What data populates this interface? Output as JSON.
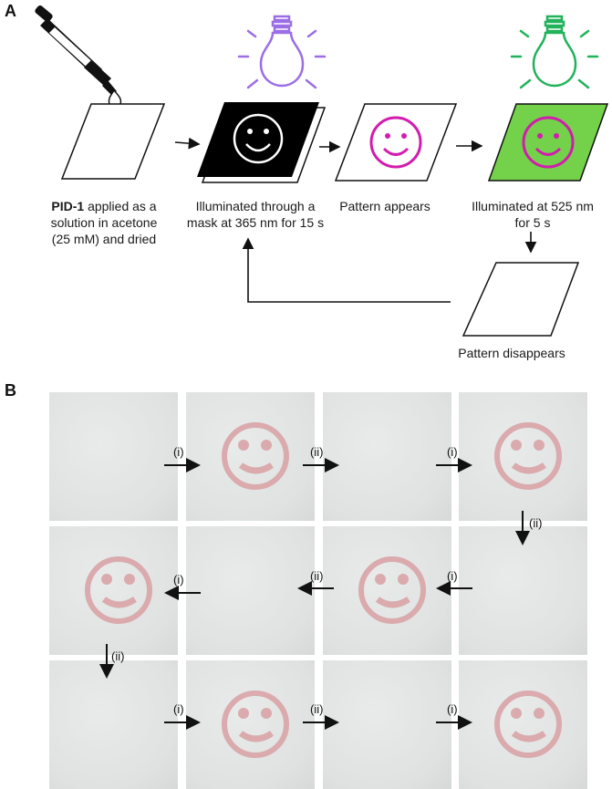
{
  "panel_a": {
    "label": "A",
    "captions": {
      "step1_bold": "PID-1",
      "step1_line1": " applied as a",
      "step1_line2": "solution in acetone",
      "step1_line3": "(25 mM) and dried",
      "step2_line1": "Illuminated through a",
      "step2_line2": "mask at 365 nm for 15 s",
      "step3": "Pattern appears",
      "step4_line1": "Illuminated at 525 nm",
      "step4_line2": "for 5 s",
      "step5": "Pattern disappears"
    },
    "colors": {
      "uv_bulb": "#9b6ee6",
      "green_bulb": "#21b35b",
      "pattern_magenta": "#d21cae",
      "green_fill": "#73d14a",
      "mask_black": "#000000"
    }
  },
  "panel_b": {
    "label": "B",
    "step_labels": {
      "i": "(i)",
      "ii": "(ii)"
    },
    "rows": [
      [
        false,
        true,
        false,
        true
      ],
      [
        true,
        false,
        true,
        false
      ],
      [
        false,
        true,
        false,
        true
      ]
    ],
    "colors": {
      "paper": "#dfe2e1",
      "smiley": "#d9a0a4"
    }
  }
}
